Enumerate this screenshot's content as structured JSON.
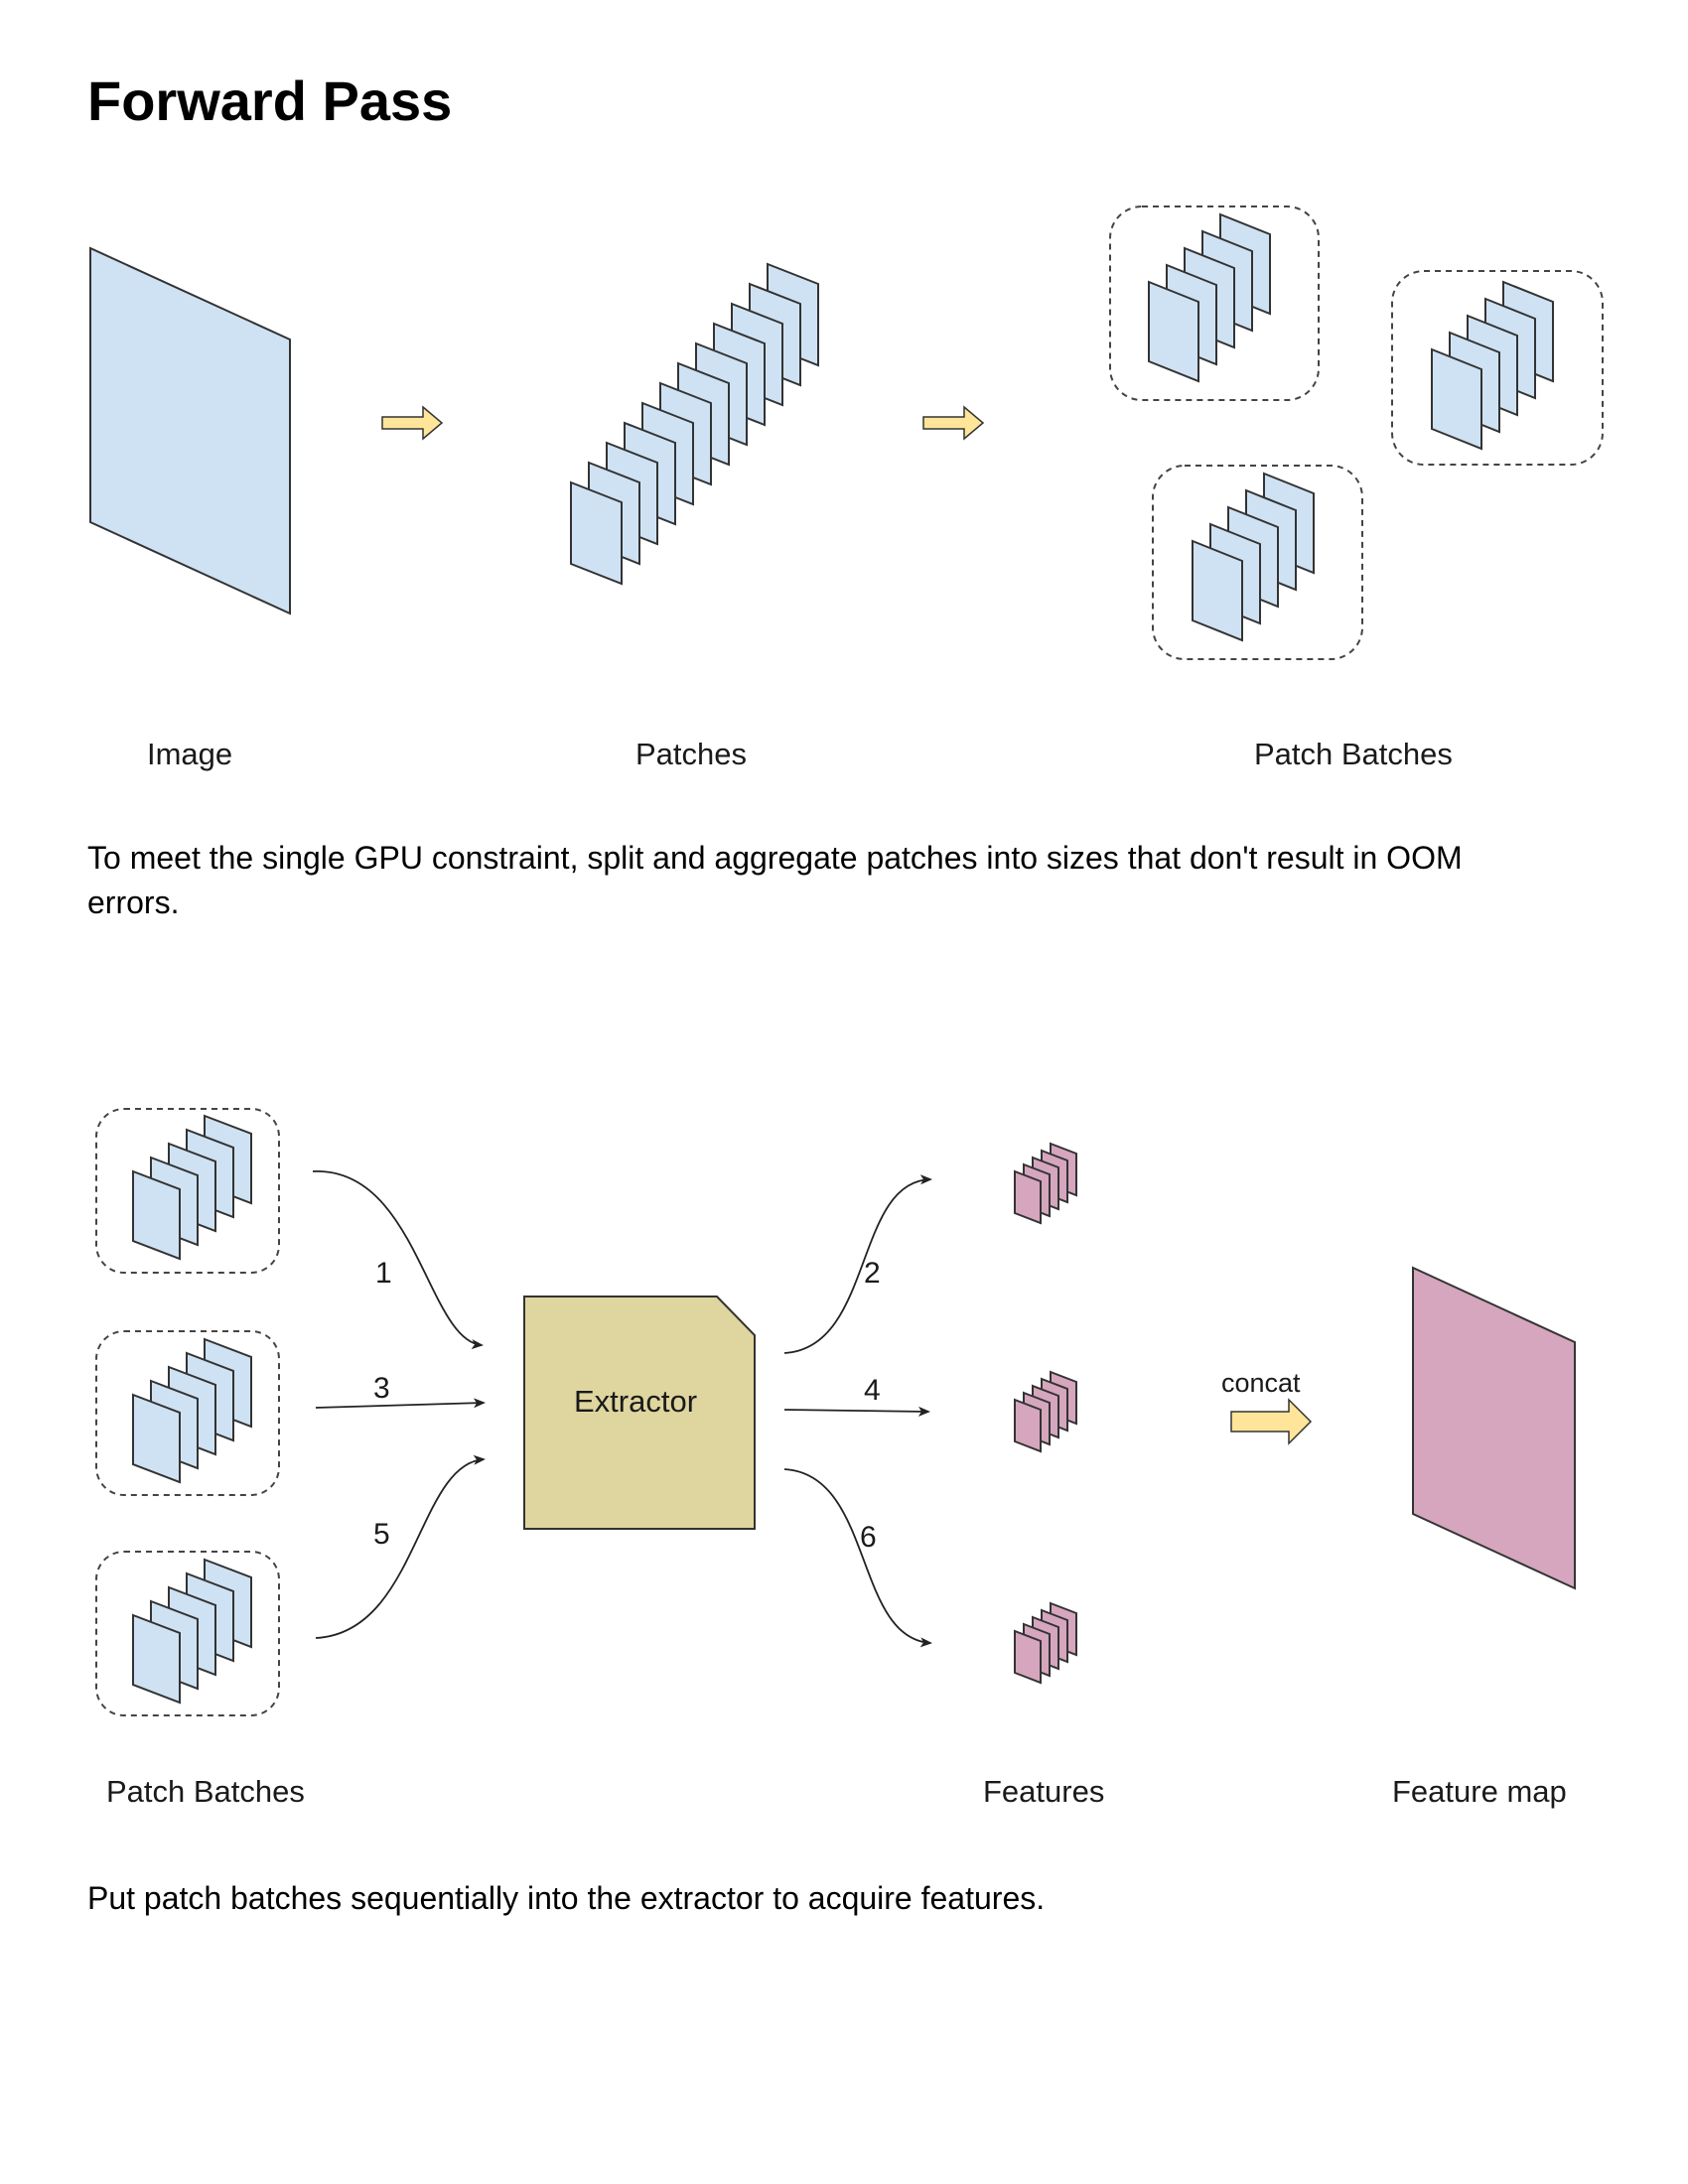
{
  "title": "Forward Pass",
  "paragraph1": "To meet the single GPU constraint, split and aggregate patches into sizes that don't result in OOM errors.",
  "paragraph2": "Put patch batches sequentially into the extractor to acquire features.",
  "labels": {
    "image": "Image",
    "patches": "Patches",
    "patch_batches_top": "Patch Batches",
    "patch_batches_bottom": "Patch Batches",
    "extractor": "Extractor",
    "features": "Features",
    "feature_map": "Feature map",
    "concat": "concat"
  },
  "steps": [
    "1",
    "2",
    "3",
    "4",
    "5",
    "6"
  ],
  "colors": {
    "patch_fill": "#cfe2f3",
    "feature_fill": "#d5a6bd",
    "extractor_fill": "#dfd59e",
    "arrow_fill": "#ffe599",
    "stroke": "#333333"
  }
}
